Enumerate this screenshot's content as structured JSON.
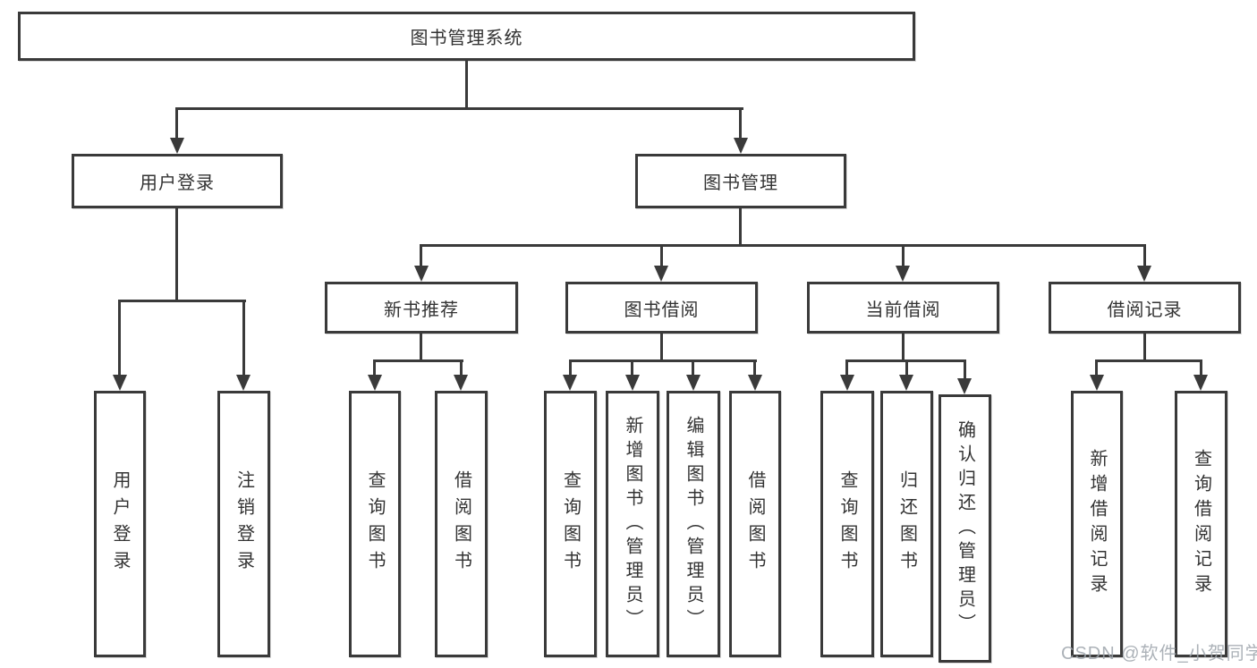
{
  "tree": {
    "label": "图书管理系统",
    "children": [
      {
        "label": "用户登录",
        "children": [
          {
            "label": "用户登录"
          },
          {
            "label": "注销登录"
          }
        ]
      },
      {
        "label": "图书管理",
        "children": [
          {
            "label": "新书推荐",
            "children": [
              {
                "label": "查询图书"
              },
              {
                "label": "借阅图书"
              }
            ]
          },
          {
            "label": "图书借阅",
            "children": [
              {
                "label": "查询图书"
              },
              {
                "label": "新增图书（管理员）"
              },
              {
                "label": "编辑图书（管理员）"
              },
              {
                "label": "借阅图书"
              }
            ]
          },
          {
            "label": "当前借阅",
            "children": [
              {
                "label": "查询图书"
              },
              {
                "label": "归还图书"
              },
              {
                "label": "确认归还（管理员）"
              }
            ]
          },
          {
            "label": "借阅记录",
            "children": [
              {
                "label": "新增借阅记录"
              },
              {
                "label": "查询借阅记录"
              }
            ]
          }
        ]
      }
    ]
  },
  "watermark": {
    "text": "CSDN @软件_小贺同学"
  },
  "colors": {
    "line": "#3a3a3a",
    "text": "#333333",
    "background": "#ffffff",
    "watermark": "#9ea4ab"
  }
}
